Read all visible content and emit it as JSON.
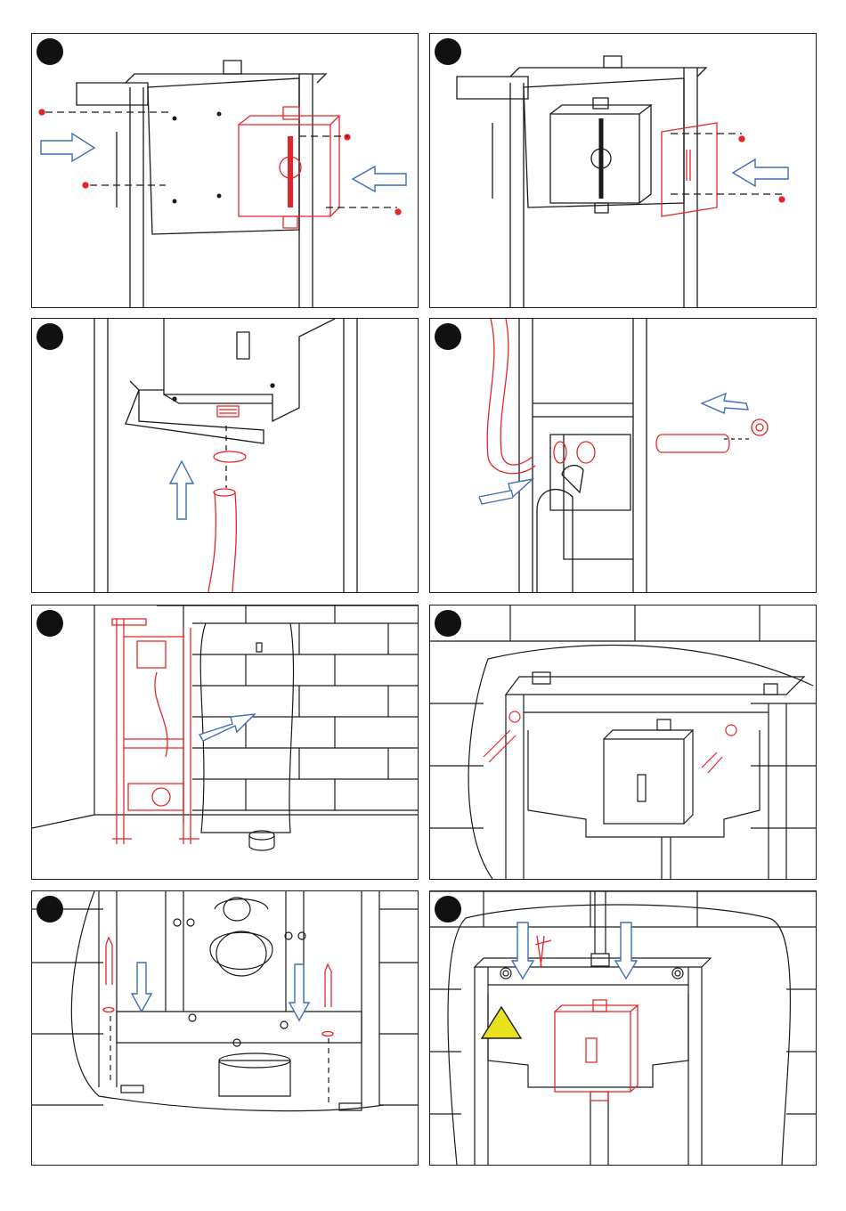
{
  "document": {
    "title": "",
    "steps": [
      {
        "id": 1,
        "number": ""
      },
      {
        "id": 2,
        "number": ""
      },
      {
        "id": 3,
        "number": ""
      },
      {
        "id": 4,
        "number": ""
      },
      {
        "id": 5,
        "number": ""
      },
      {
        "id": 6,
        "number": ""
      },
      {
        "id": 7,
        "number": ""
      },
      {
        "id": 8,
        "number": ""
      }
    ],
    "colors": {
      "line": "#1a1a1a",
      "highlight": "#e3262b",
      "arrow": "#3d6fb6",
      "warning": "#e8e21e",
      "background": "#ffffff"
    },
    "icons": [
      "warning-triangle-icon",
      "direction-arrow-icon"
    ]
  }
}
